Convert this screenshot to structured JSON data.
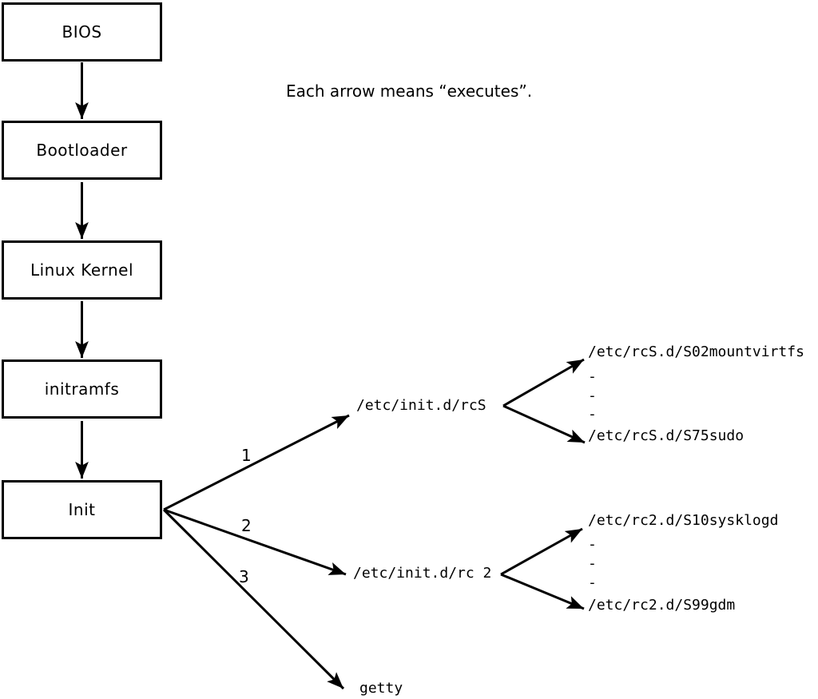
{
  "caption": "Each arrow means “executes”.",
  "chain": [
    {
      "label": "BIOS"
    },
    {
      "label": "Bootloader"
    },
    {
      "label": "Linux Kernel"
    },
    {
      "label": "initramfs"
    },
    {
      "label": "Init"
    }
  ],
  "fan": {
    "labels": [
      "1",
      "2",
      "3"
    ],
    "targets": [
      {
        "label": "/etc/init.d/rcS"
      },
      {
        "label": "/etc/init.d/rc 2"
      },
      {
        "label": "getty"
      }
    ]
  },
  "rcS_children": {
    "first": "/etc/rcS.d/S02mountvirtfs",
    "dash": "-",
    "last": "/etc/rcS.d/S75sudo"
  },
  "rc2_children": {
    "first": "/etc/rc2.d/S10sysklogd",
    "dash": "-",
    "last": "/etc/rc2.d/S99gdm"
  },
  "colors": {
    "line": "#000000",
    "background": "#ffffff"
  }
}
